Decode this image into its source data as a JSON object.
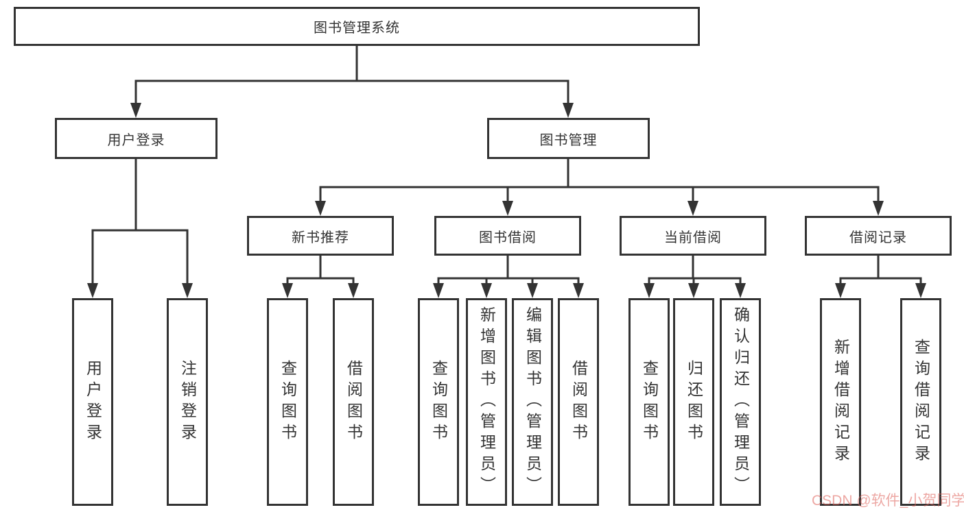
{
  "diagram": {
    "root_label": "图书管理系统",
    "level2": [
      "用户登录",
      "图书管理"
    ],
    "level3": [
      "新书推荐",
      "图书借阅",
      "当前借阅",
      "借阅记录"
    ],
    "leaves_user_login": [
      "用户登录",
      "注销登录"
    ],
    "leaves_new_book": [
      "查询图书",
      "借阅图书"
    ],
    "leaves_book_borrow": [
      "查询图书",
      "新增图书（管理员）",
      "编辑图书（管理员）",
      "借阅图书"
    ],
    "leaves_current_borrow": [
      "查询图书",
      "归还图书",
      "确认归还（管理员）"
    ],
    "leaves_borrow_records": [
      "新增借阅记录",
      "查询借阅记录"
    ]
  },
  "watermark": {
    "text": "CSDN @软件_小贺同学",
    "color": "#de5e58"
  },
  "colors": {
    "line": "#333333",
    "box_border": "#333333",
    "text": "#333333",
    "background": "#ffffff"
  }
}
